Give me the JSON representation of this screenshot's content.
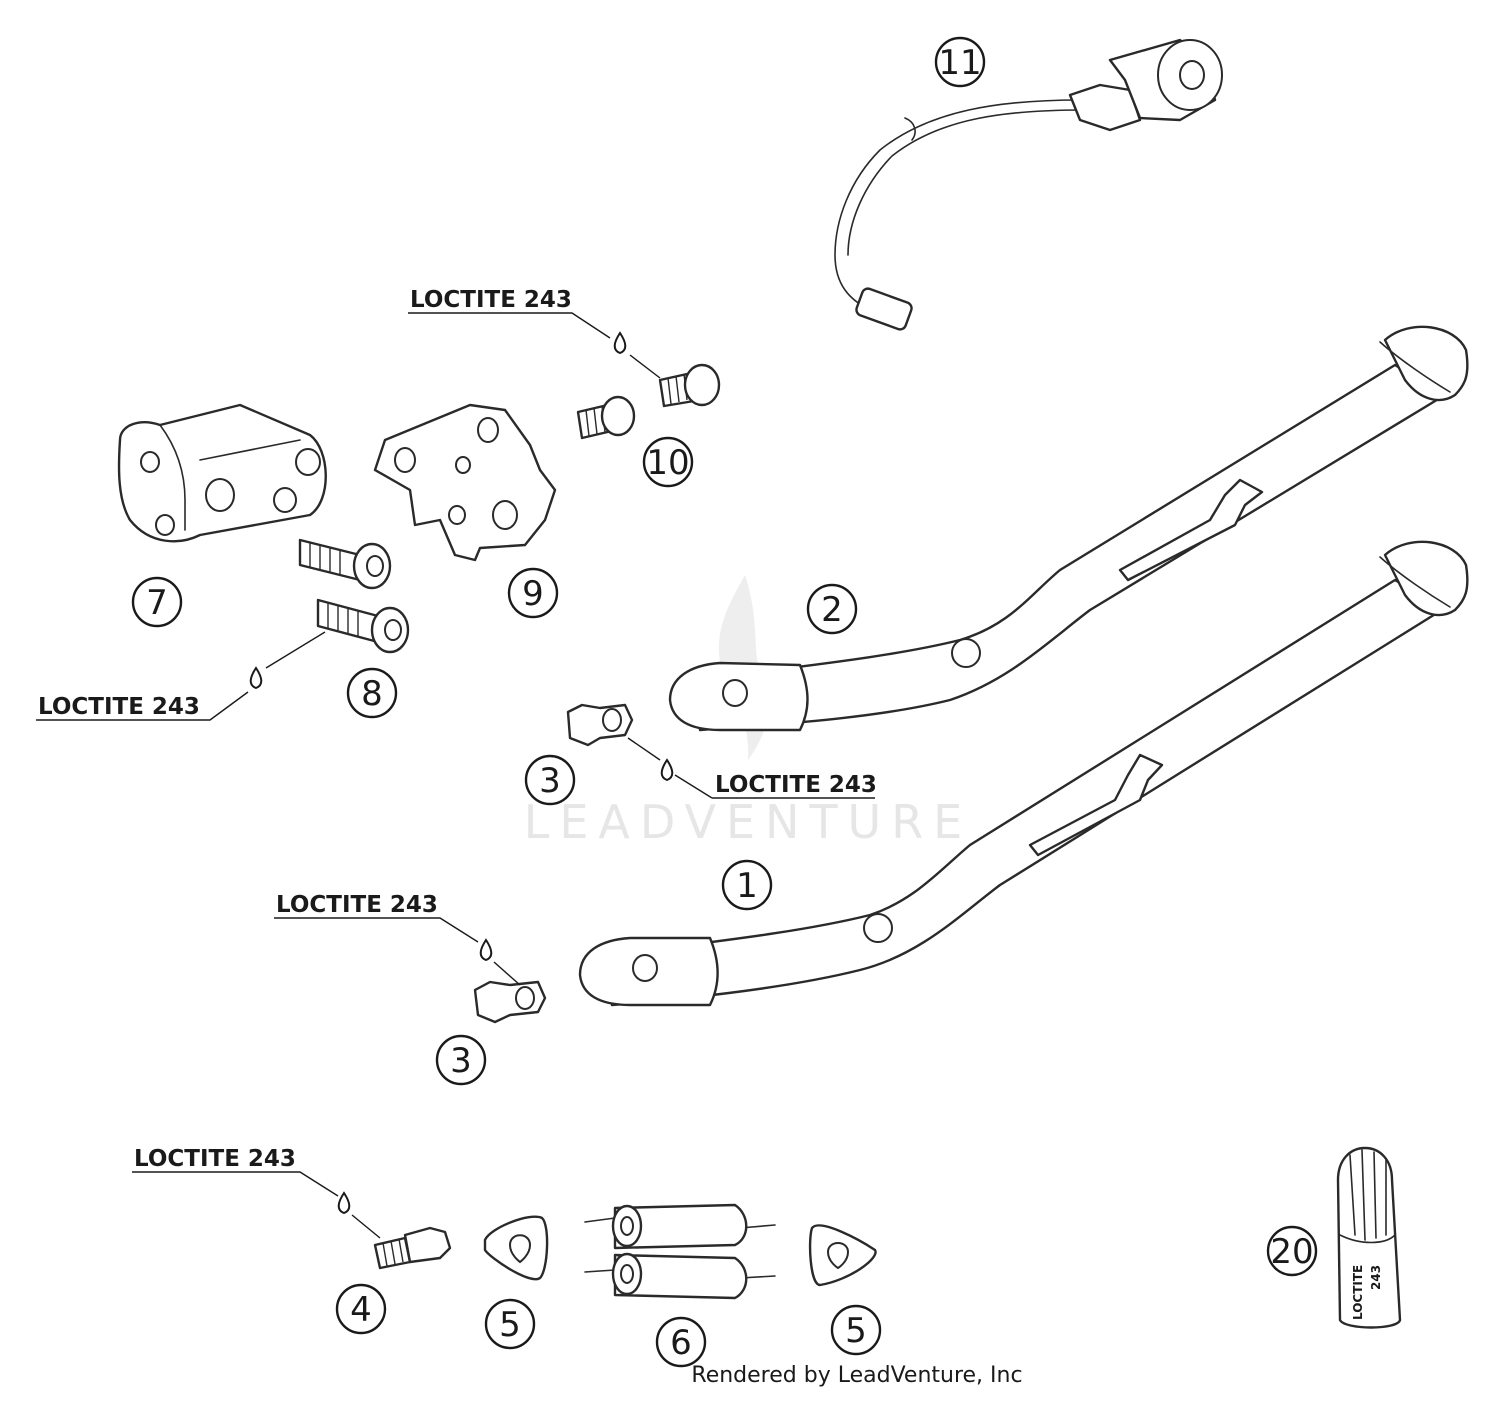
{
  "callouts": {
    "c1": "1",
    "c2": "2",
    "c3a": "3",
    "c3b": "3",
    "c4": "4",
    "c5a": "5",
    "c5b": "5",
    "c6": "6",
    "c7": "7",
    "c8": "8",
    "c9": "9",
    "c10": "10",
    "c11": "11",
    "c20": "20"
  },
  "notes": {
    "loctite_top": "LOCTITE 243",
    "loctite_bolt8": "LOCTITE 243",
    "loctite_mid": "LOCTITE 243",
    "loctite_lower": "LOCTITE 243",
    "loctite_bottom": "LOCTITE 243"
  },
  "bottle": {
    "label_line1": "LOCTITE",
    "label_line2": "243"
  },
  "watermark": {
    "text": "LEADVENTURE"
  },
  "credit": {
    "text": "Rendered by LeadVenture, Inc"
  },
  "colors": {
    "line": "#2a2a2a",
    "watermark": "#e6e6e6"
  }
}
